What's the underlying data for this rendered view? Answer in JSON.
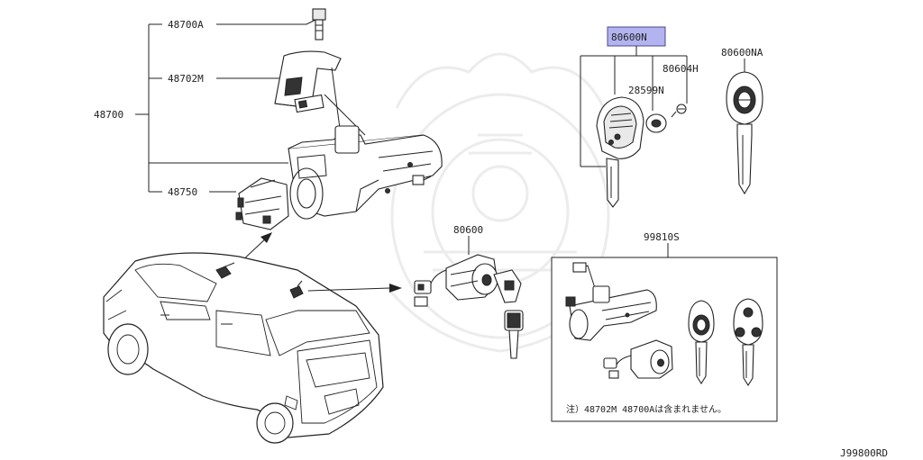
{
  "labels": {
    "assembly_main": "48700",
    "part_48700A": "48700A",
    "part_48702M": "48702M",
    "part_48750": "48750",
    "part_80600": "80600",
    "part_80600N": "80600N",
    "part_80604H": "80604H",
    "part_28599N": "28599N",
    "part_80600NA": "80600NA",
    "part_99810S": "99810S"
  },
  "note": "注）48702M  48700Aは含まれません。",
  "diagram_id": "J99800RD",
  "colors": {
    "highlight_fill": "#b3b3f0",
    "highlight_stroke": "#4a4a8a",
    "line": "#222222",
    "watermark": "#ececec"
  }
}
